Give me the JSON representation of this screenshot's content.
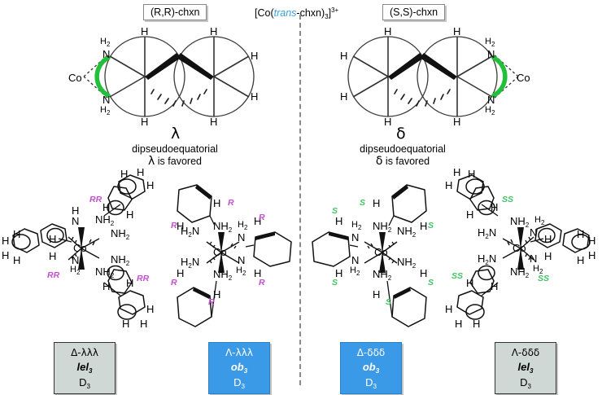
{
  "figure": {
    "title_left": "(R,R)-chxn",
    "title_center_pre": "[Co(",
    "title_center_trans": "trans",
    "title_center_post": "-chxn)",
    "title_center_sub": "3",
    "title_center_close": "]",
    "title_center_charge": "3+",
    "title_right": "(S,S)-chxn",
    "divider_style": "dashed-vertical"
  },
  "newman_left": {
    "metal": "Co",
    "n_top": "N",
    "n_top_sub": "H",
    "n_top_sub2": "2",
    "n_bottom": "N",
    "n_bottom_sub": "H",
    "n_bottom_sub2": "2",
    "hydrogens": [
      "H",
      "H",
      "H",
      "H",
      "H",
      "H"
    ],
    "conformer": "λ",
    "caption_line1": "dipseudoequatorial",
    "caption_line2_symbol": "λ",
    "caption_line2_text": "is favored",
    "arc_color": "#22c03a",
    "arc_direction": "counterclockwise"
  },
  "newman_right": {
    "metal": "Co",
    "n_top": "N",
    "n_top_sub": "H",
    "n_top_sub2": "2",
    "n_bottom": "N",
    "n_bottom_sub": "H",
    "n_bottom_sub2": "2",
    "hydrogens": [
      "H",
      "H",
      "H",
      "H",
      "H",
      "H"
    ],
    "conformer": "δ",
    "caption_line1": "dipseudoequatorial",
    "caption_line2_symbol": "δ",
    "caption_line2_text": "is favored",
    "arc_color": "#22c03a",
    "arc_direction": "clockwise"
  },
  "complexes": [
    {
      "id": "complex-delta-lel3",
      "metal": "Co",
      "ligand_labels": [
        "N",
        "H",
        "N",
        "H",
        "NH",
        "NH",
        "NH",
        "NH"
      ],
      "stereo_label": "RR",
      "stereo_color": "#c34fd0",
      "stereo_positions": 3,
      "amine_labels": [
        "NH₂",
        "NH₂",
        "NH₂",
        "NH₂",
        "N",
        "N"
      ],
      "ring_hydrogens": "H"
    },
    {
      "id": "complex-lambda-ob3",
      "metal": "Co",
      "stereo_label": "R",
      "stereo_color": "#c34fd0",
      "stereo_positions": 6,
      "amine_labels": [
        "NH₂",
        "H₂N",
        "H₂N",
        "NH₂",
        "N",
        "N"
      ],
      "ring_hydrogens": "H"
    },
    {
      "id": "complex-delta-ob3",
      "metal": "Co",
      "stereo_label": "S",
      "stereo_color": "#3fc463",
      "stereo_positions": 6,
      "amine_labels": [
        "NH₂",
        "H₂N",
        "H₂N",
        "NH₂",
        "N",
        "N"
      ],
      "ring_hydrogens": "H"
    },
    {
      "id": "complex-lambda-lel3",
      "metal": "Co",
      "stereo_label": "SS",
      "stereo_color": "#3fc463",
      "stereo_positions": 3,
      "amine_labels": [
        "NH₂",
        "NH₂",
        "NH₂",
        "NH₂",
        "N",
        "N"
      ],
      "ring_hydrogens": "H"
    }
  ],
  "label_boxes": [
    {
      "id": "box-1",
      "line1": "Δ-λλλ",
      "line2": "lel",
      "line2_sub": "3",
      "line3": "D",
      "line3_sub": "3",
      "fill": "#cfd8d4",
      "text_color": "#000000"
    },
    {
      "id": "box-2",
      "line1": "Λ-λλλ",
      "line2": "ob",
      "line2_sub": "3",
      "line3": "D",
      "line3_sub": "3",
      "fill": "#3b9ae8",
      "text_color": "#ffffff"
    },
    {
      "id": "box-3",
      "line1": "Δ-δδδ",
      "line2": "ob",
      "line2_sub": "3",
      "line3": "D",
      "line3_sub": "3",
      "fill": "#3b9ae8",
      "text_color": "#ffffff"
    },
    {
      "id": "box-4",
      "line1": "Λ-δδδ",
      "line2": "lel",
      "line2_sub": "3",
      "line3": "D",
      "line3_sub": "3",
      "fill": "#cfd8d4",
      "text_color": "#000000"
    }
  ]
}
